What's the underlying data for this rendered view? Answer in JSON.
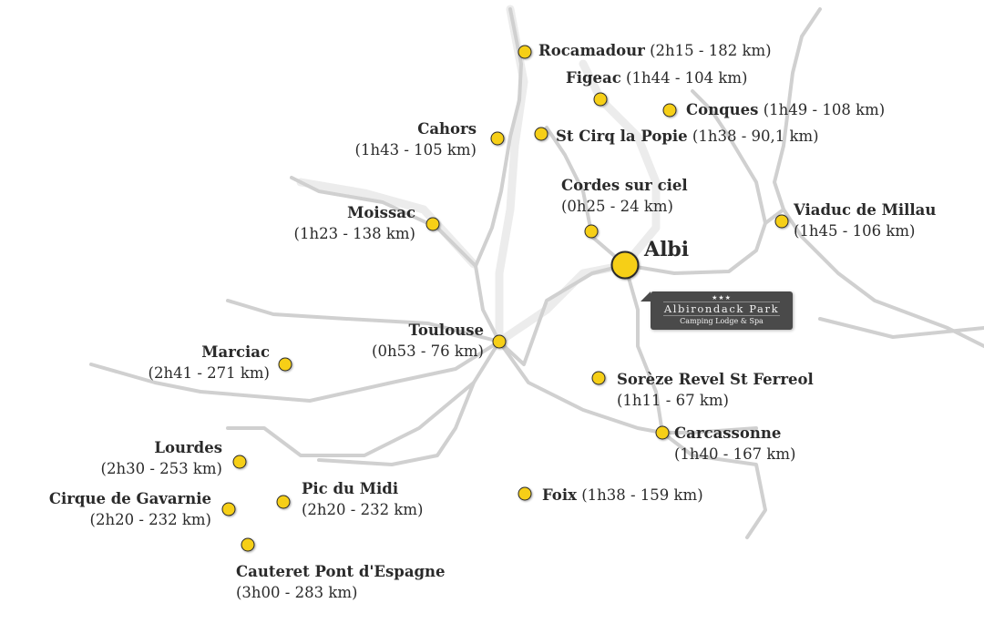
{
  "destinations": [
    {
      "id": "rocamadour",
      "name": "Rocamadour",
      "detail": "(2h15 - 182 km)"
    },
    {
      "id": "figeac",
      "name": "Figeac",
      "detail": "(1h44 - 104 km)"
    },
    {
      "id": "conques",
      "name": "Conques",
      "detail": "(1h49 - 108 km)"
    },
    {
      "id": "cahors",
      "name": "Cahors",
      "detail": "(1h43 - 105 km)"
    },
    {
      "id": "st-cirq",
      "name": "St Cirq la Popie",
      "detail": "(1h38 - 90,1 km)"
    },
    {
      "id": "cordes",
      "name": "Cordes sur ciel",
      "detail": "(0h25 - 24 km)"
    },
    {
      "id": "moissac",
      "name": "Moissac",
      "detail": "(1h23 - 138 km)"
    },
    {
      "id": "viaduc",
      "name": "Viaduc de Millau",
      "detail": "(1h45 - 106 km)"
    },
    {
      "id": "toulouse",
      "name": "Toulouse",
      "detail": "(0h53 - 76 km)"
    },
    {
      "id": "marciac",
      "name": "Marciac",
      "detail": "(2h41 - 271 km)"
    },
    {
      "id": "soreze",
      "name": "Sorèze Revel St Ferreol",
      "detail": "(1h11 - 67 km)"
    },
    {
      "id": "carcassonne",
      "name": "Carcassonne",
      "detail": "(1h40 - 167 km)"
    },
    {
      "id": "lourdes",
      "name": "Lourdes",
      "detail": "(2h30 - 253 km)"
    },
    {
      "id": "pic-du-midi",
      "name": "Pic du Midi",
      "detail": "(2h20 - 232 km)"
    },
    {
      "id": "foix",
      "name": "Foix",
      "detail": "(1h38 - 159 km)"
    },
    {
      "id": "gavarnie",
      "name": "Cirque de Gavarnie",
      "detail": "(2h20 - 232 km)"
    },
    {
      "id": "cauteret",
      "name": "Cauteret Pont d'Espagne",
      "detail": "(3h00 - 283 km)"
    }
  ],
  "home": {
    "city": "Albi",
    "stars": "★★★",
    "brand": "Albirondack Park",
    "subtitle": "Camping Lodge & Spa"
  },
  "colors": {
    "pin": "#f6cf17",
    "road": "#d0d0d0",
    "text": "#2a2a2a",
    "badge": "#4a4a4a"
  }
}
